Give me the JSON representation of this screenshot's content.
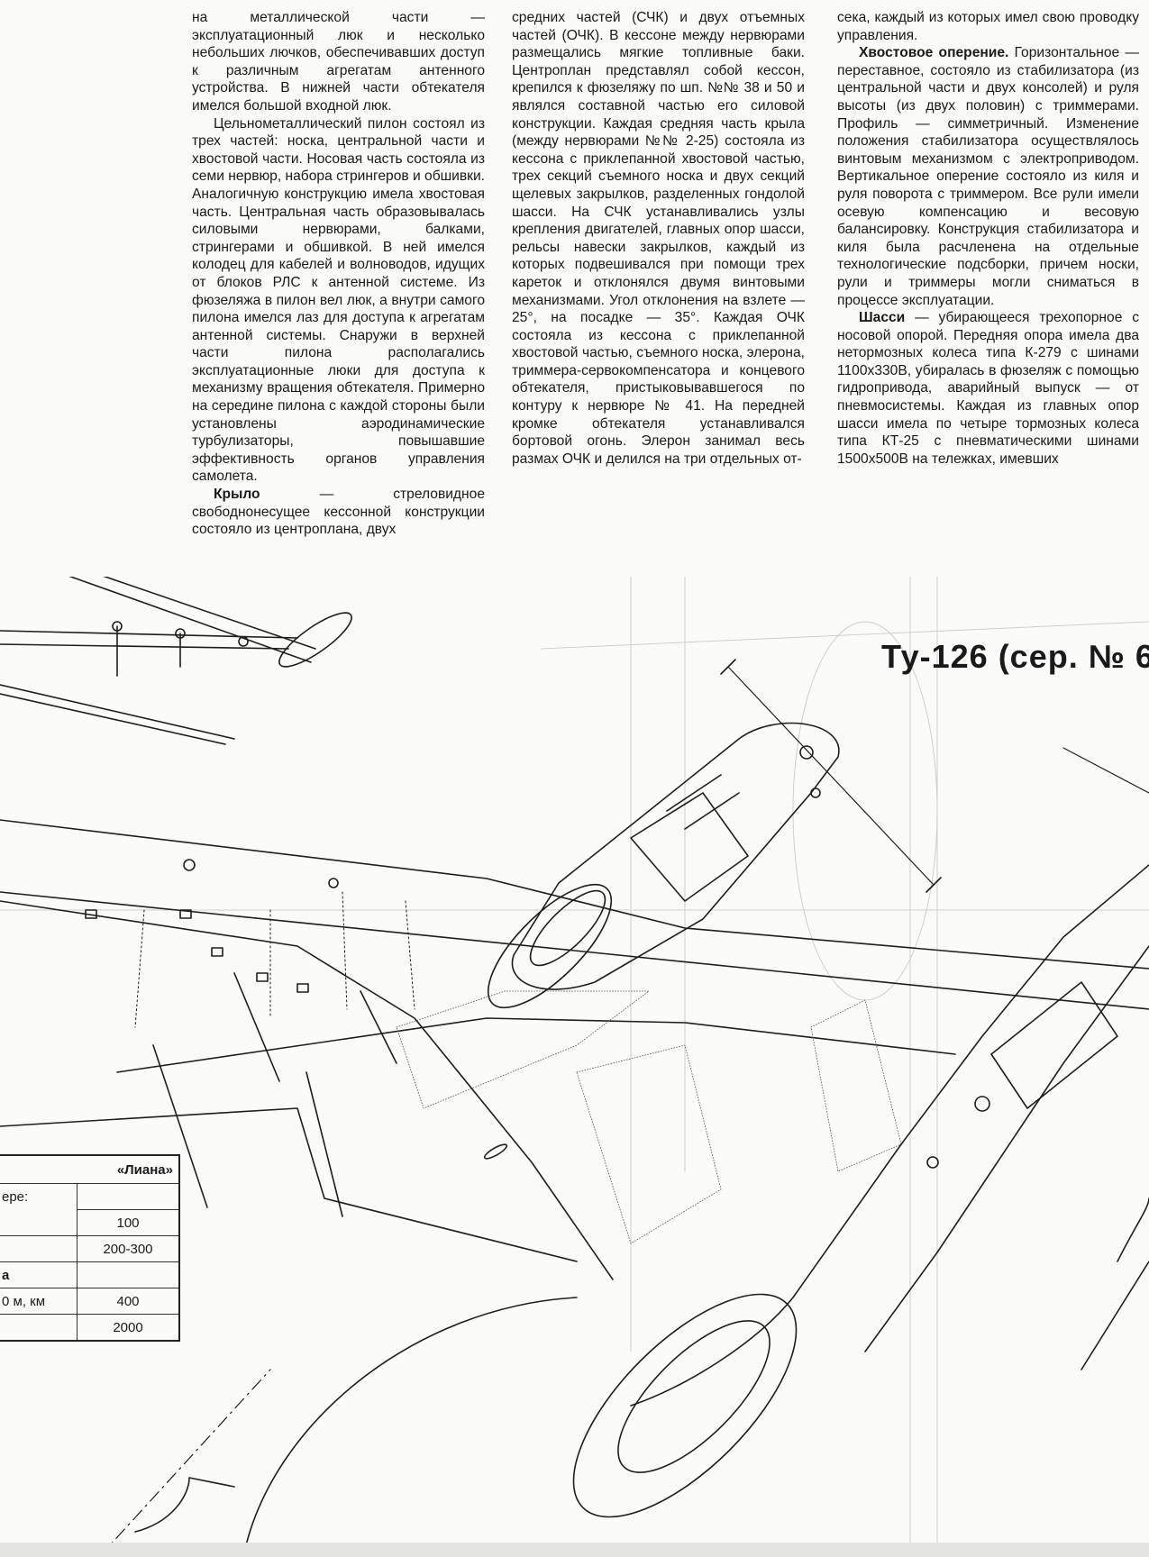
{
  "article": {
    "col1": {
      "p1": "на металлической части — эксплуатационный люк и несколько небольших лючков, обеспечивавших доступ к различным агрегатам антенного устройства. В нижней части обтекателя имелся большой входной люк.",
      "p2": "Цельнометаллический пилон состоял из трех частей: носка, центральной части и хвостовой части. Носовая часть состояла из семи нервюр, набора стрингеров и обшивки. Аналогичную конструкцию имела хвостовая часть. Центральная часть образовывалась силовыми нервюрами, балками, стрингерами и обшивкой. В ней имелся колодец для кабелей и волноводов, идущих от блоков РЛС к антенной системе. Из фюзеляжа в пилон вел люк, а внутри самого пилона имелся лаз для доступа к агрегатам антенной системы. Снаружи в верхней части пилона располагались эксплуатационные люки для доступа к механизму вращения обтекателя. Примерно на середине пилона с каждой стороны были установлены аэродинамические турбулизаторы, повышавшие эффективность органов управления самолета.",
      "p3_lead": "Крыло",
      "p3": " — стреловидное свободнонесущее кессонной конструкции состояло из центроплана, двух"
    },
    "col2": {
      "p1": "средних частей (СЧК) и двух отъемных частей (ОЧК). В кессоне между нервюрами размещались мягкие топливные баки. Центроплан представлял собой кессон, крепился к фюзеляжу по шп. №№ 38 и 50 и являлся составной частью его силовой конструкции. Каждая средняя часть крыла (между нервюрами №№ 2-25) состояла из кессона с приклепанной хвостовой частью, трех секций съемного носка и двух секций щелевых закрылков, разделенных гондолой шасси. На СЧК устанавливались узлы крепления двигателей, главных опор шасси, рельсы навески закрылков, каждый из которых подвешивался при помощи трех кареток и отклонялся двумя винтовыми механизмами. Угол отклонения на взлете — 25°, на посадке — 35°. Каждая ОЧК состояла из кессона с приклепанной хвостовой частью, съемного носка, элерона, триммера-сервокомпенсатора и концевого обтекателя, пристыковывавшегося по контуру к нервюре № 41. На передней кромке обтекателя устанавливался бортовой огонь. Элерон занимал весь размах ОЧК и делился на три отдельных от-"
    },
    "col3": {
      "p1": "сека, каждый из которых имел свою проводку управления.",
      "p2_lead": "Хвостовое оперение.",
      "p2": " Горизонтальное — переставное, состояло из стабилизатора (из центральной части и двух консолей) и руля высоты (из двух половин) с триммерами. Профиль — симметричный. Изменение положения стабилизатора осуществлялось винтовым механизмом с электроприводом. Вертикальное оперение состояло из киля и руля поворота с триммером. Все рули имели осевую компенсацию и весовую балансировку. Конструкция стабилизатора и киля была расчленена на отдельные технологические подсборки, причем носки, рули и триммеры могли сниматься в процессе эксплуатации.",
      "p3_lead": "Шасси",
      "p3": " — убирающееся трехопорное с носовой опорой. Передняя опора имела два нетормозных колеса типа К-279 с шинами 1100x330В, убиралась в фюзеляж с помощью гидропривода, аварийный выпуск — от пневмосистемы. Каждая из главных опор шасси имела по четыре тормозных колеса типа КТ-25 с пневматическими шинами 1500x500В на тележках, имевших"
    }
  },
  "drawing": {
    "caption": "Ту-126 (сер. № 6"
  },
  "spec_table": {
    "title": "«Лиана»",
    "row_label_1": "ере:",
    "val_1": "100",
    "val_2": "200-300",
    "section_label": "а",
    "row_label_3": "0 м, км",
    "val_3": "400",
    "val_4": "2000"
  }
}
